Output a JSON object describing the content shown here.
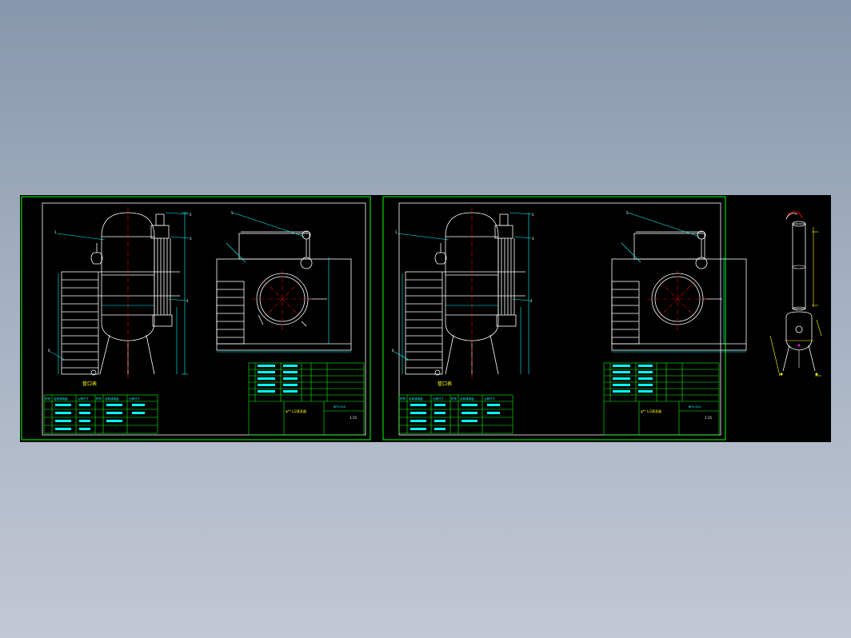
{
  "colors": {
    "background_gradient_top": "#8797ab",
    "background_gradient_bottom": "#c2c8d4",
    "canvas": "#000000",
    "frame": "#00ff00",
    "outline": "#ffffff",
    "centerline": "#ff0000",
    "dimension": "#00ffff",
    "accent": "#ffff00",
    "hatch": "#ff00ff"
  },
  "sheets": [
    {
      "nozzle_table_title": "管口表",
      "nozzle_table_headers": [
        "符号",
        "名称或用途",
        "公称尺寸",
        "符号",
        "名称或用途",
        "公称尺寸"
      ],
      "title_block_name": "φ** L/2蒸发器",
      "drawing_no": "BFQ-S10",
      "scale": "1:15",
      "balloons": [
        "1",
        "2",
        "3",
        "4",
        "5",
        "6"
      ]
    },
    {
      "nozzle_table_title": "管口表",
      "nozzle_table_headers": [
        "符号",
        "名称或用途",
        "公称尺寸",
        "符号",
        "名称或用途",
        "公称尺寸"
      ],
      "title_block_name": "φ** L/2蒸发器",
      "drawing_no": "BFQ-S10",
      "scale": "1:15",
      "balloons": [
        "1",
        "2",
        "3",
        "4",
        "5",
        "6"
      ]
    }
  ]
}
